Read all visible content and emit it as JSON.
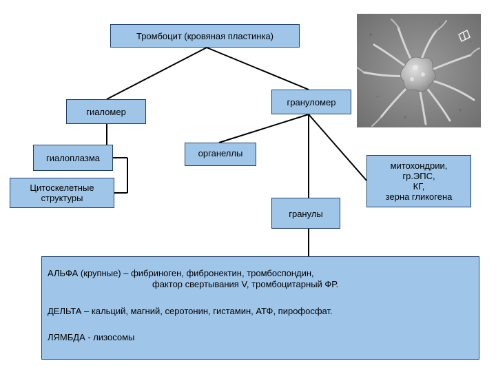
{
  "nodes": {
    "root": "Тромбоцит (кровяная пластинка)",
    "hyalomere": "гиаломер",
    "granulomere": "грануломер",
    "hyaloplasm": "гиалоплазма",
    "cytoskeleton": [
      "Цитоскелетные",
      "структуры"
    ],
    "organelles": "органеллы",
    "mitochondria": [
      "митохондрии,",
      "гр.ЭПС,",
      "КГ,",
      "зерна гликогена"
    ],
    "granules": "гранулы"
  },
  "granule_types": {
    "alpha_line1": "АЛЬФА (крупные) – фибриноген, фибронектин, тромбоспондин,",
    "alpha_line2": "фактор свертывания V, тромбоцитарный ФР.",
    "delta": "ДЕЛЬТА – кальций, магний, серотонин, гистамин, АТФ, пирофосфат.",
    "lambda": "ЛЯМБДА - лизосомы"
  },
  "colors": {
    "box_fill": "#9fc5e8",
    "box_border": "#1f3f6b",
    "connector": "#000000",
    "photo_background": "#8a8a8a"
  },
  "image": {
    "kind": "electron micrograph of a platelet",
    "icon": "platelet-micrograph"
  }
}
